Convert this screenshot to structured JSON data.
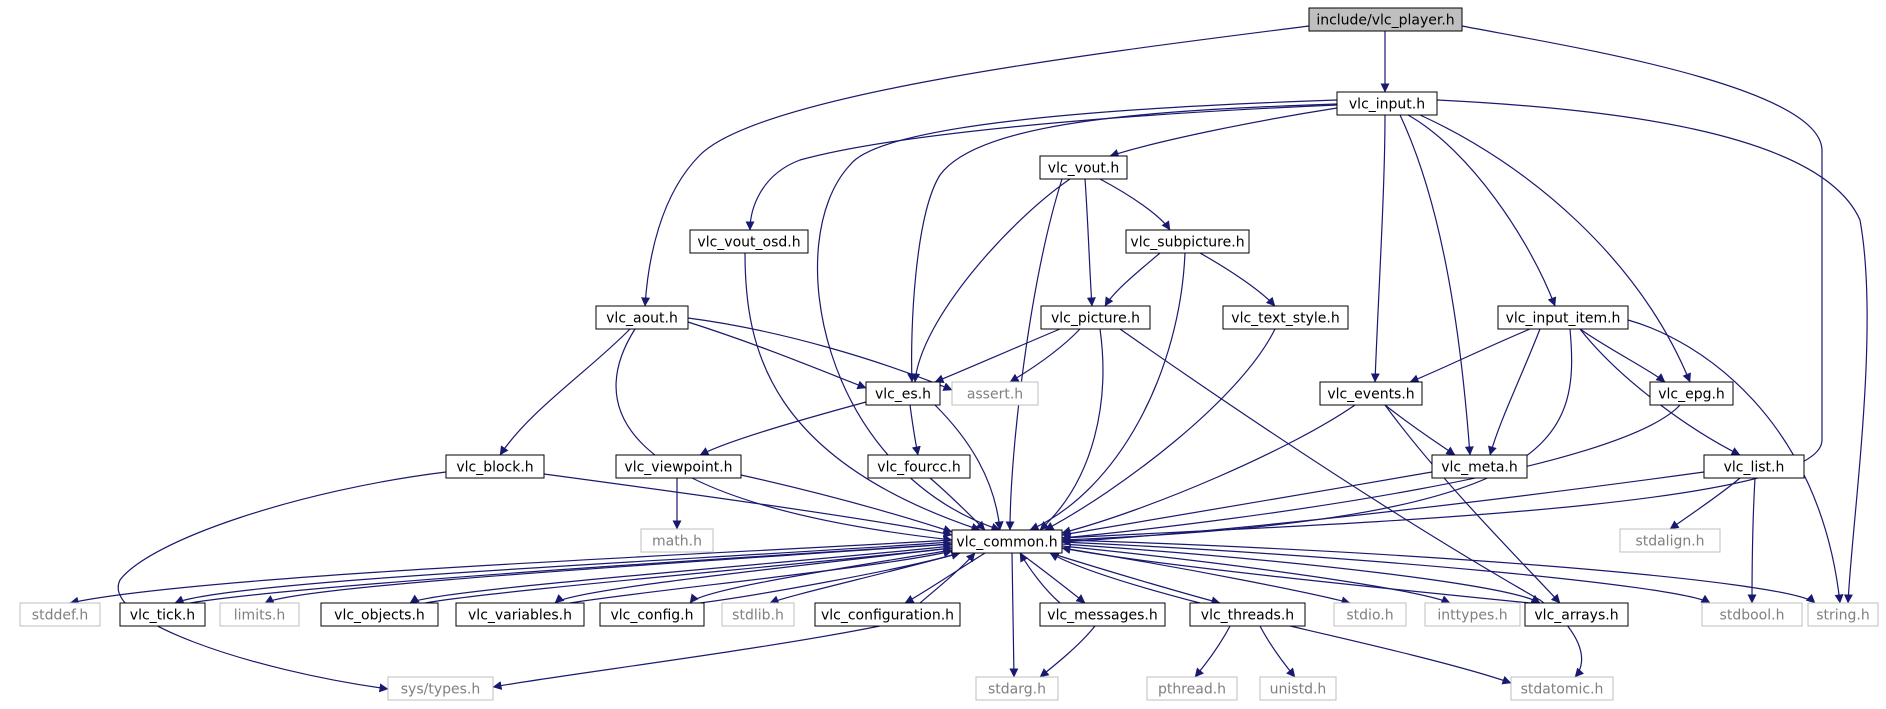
{
  "graph": {
    "colors": {
      "edge": "#191970",
      "box_border": "#000000",
      "box_fill": "#ffffff",
      "root_fill": "#bfbfbf",
      "external_border": "#bfbfbf",
      "external_text": "#808080",
      "text": "#000000"
    },
    "nodes": [
      {
        "id": "player",
        "label": "include/vlc_player.h",
        "kind": "root"
      },
      {
        "id": "input",
        "label": "vlc_input.h",
        "kind": "header"
      },
      {
        "id": "vout",
        "label": "vlc_vout.h",
        "kind": "header"
      },
      {
        "id": "vout_osd",
        "label": "vlc_vout_osd.h",
        "kind": "header"
      },
      {
        "id": "subpicture",
        "label": "vlc_subpicture.h",
        "kind": "header"
      },
      {
        "id": "aout",
        "label": "vlc_aout.h",
        "kind": "header"
      },
      {
        "id": "picture",
        "label": "vlc_picture.h",
        "kind": "header"
      },
      {
        "id": "text_style",
        "label": "vlc_text_style.h",
        "kind": "header"
      },
      {
        "id": "input_item",
        "label": "vlc_input_item.h",
        "kind": "header"
      },
      {
        "id": "es",
        "label": "vlc_es.h",
        "kind": "header"
      },
      {
        "id": "assert",
        "label": "assert.h",
        "kind": "external"
      },
      {
        "id": "events",
        "label": "vlc_events.h",
        "kind": "header"
      },
      {
        "id": "epg",
        "label": "vlc_epg.h",
        "kind": "header"
      },
      {
        "id": "block",
        "label": "vlc_block.h",
        "kind": "header"
      },
      {
        "id": "viewpoint",
        "label": "vlc_viewpoint.h",
        "kind": "header"
      },
      {
        "id": "fourcc",
        "label": "vlc_fourcc.h",
        "kind": "header"
      },
      {
        "id": "meta",
        "label": "vlc_meta.h",
        "kind": "header"
      },
      {
        "id": "list",
        "label": "vlc_list.h",
        "kind": "header"
      },
      {
        "id": "math",
        "label": "math.h",
        "kind": "external"
      },
      {
        "id": "common",
        "label": "vlc_common.h",
        "kind": "header"
      },
      {
        "id": "stdalign",
        "label": "stdalign.h",
        "kind": "external"
      },
      {
        "id": "stddef",
        "label": "stddef.h",
        "kind": "external"
      },
      {
        "id": "tick",
        "label": "vlc_tick.h",
        "kind": "header"
      },
      {
        "id": "limits",
        "label": "limits.h",
        "kind": "external"
      },
      {
        "id": "objects",
        "label": "vlc_objects.h",
        "kind": "header"
      },
      {
        "id": "variables",
        "label": "vlc_variables.h",
        "kind": "header"
      },
      {
        "id": "config",
        "label": "vlc_config.h",
        "kind": "header"
      },
      {
        "id": "stdlib",
        "label": "stdlib.h",
        "kind": "external"
      },
      {
        "id": "configuration",
        "label": "vlc_configuration.h",
        "kind": "header"
      },
      {
        "id": "messages",
        "label": "vlc_messages.h",
        "kind": "header"
      },
      {
        "id": "threads",
        "label": "vlc_threads.h",
        "kind": "header"
      },
      {
        "id": "stdio",
        "label": "stdio.h",
        "kind": "external"
      },
      {
        "id": "inttypes",
        "label": "inttypes.h",
        "kind": "external"
      },
      {
        "id": "arrays",
        "label": "vlc_arrays.h",
        "kind": "header"
      },
      {
        "id": "stdbool",
        "label": "stdbool.h",
        "kind": "external"
      },
      {
        "id": "string",
        "label": "string.h",
        "kind": "external"
      },
      {
        "id": "systypes",
        "label": "sys/types.h",
        "kind": "external"
      },
      {
        "id": "stdarg",
        "label": "stdarg.h",
        "kind": "external"
      },
      {
        "id": "pthread",
        "label": "pthread.h",
        "kind": "external"
      },
      {
        "id": "unistd",
        "label": "unistd.h",
        "kind": "external"
      },
      {
        "id": "stdatomic",
        "label": "stdatomic.h",
        "kind": "external"
      }
    ],
    "edges": [
      {
        "from": "player",
        "to": "input"
      },
      {
        "from": "player",
        "to": "aout"
      },
      {
        "from": "player",
        "to": "common"
      },
      {
        "from": "input",
        "to": "vout"
      },
      {
        "from": "input",
        "to": "vout_osd"
      },
      {
        "from": "input",
        "to": "es"
      },
      {
        "from": "input",
        "to": "common"
      },
      {
        "from": "input",
        "to": "events"
      },
      {
        "from": "input",
        "to": "meta"
      },
      {
        "from": "input",
        "to": "input_item"
      },
      {
        "from": "input",
        "to": "epg"
      },
      {
        "from": "input",
        "to": "string"
      },
      {
        "from": "vout",
        "to": "subpicture"
      },
      {
        "from": "vout",
        "to": "picture"
      },
      {
        "from": "vout",
        "to": "es"
      },
      {
        "from": "vout",
        "to": "common"
      },
      {
        "from": "vout_osd",
        "to": "common"
      },
      {
        "from": "subpicture",
        "to": "picture"
      },
      {
        "from": "subpicture",
        "to": "text_style"
      },
      {
        "from": "subpicture",
        "to": "common"
      },
      {
        "from": "aout",
        "to": "es"
      },
      {
        "from": "aout",
        "to": "assert"
      },
      {
        "from": "aout",
        "to": "block"
      },
      {
        "from": "aout",
        "to": "common"
      },
      {
        "from": "picture",
        "to": "es"
      },
      {
        "from": "picture",
        "to": "assert"
      },
      {
        "from": "picture",
        "to": "common"
      },
      {
        "from": "picture",
        "to": "stdatomic"
      },
      {
        "from": "text_style",
        "to": "common"
      },
      {
        "from": "input_item",
        "to": "events"
      },
      {
        "from": "input_item",
        "to": "epg"
      },
      {
        "from": "input_item",
        "to": "meta"
      },
      {
        "from": "input_item",
        "to": "list"
      },
      {
        "from": "input_item",
        "to": "common"
      },
      {
        "from": "input_item",
        "to": "string"
      },
      {
        "from": "es",
        "to": "viewpoint"
      },
      {
        "from": "es",
        "to": "fourcc"
      },
      {
        "from": "es",
        "to": "common"
      },
      {
        "from": "events",
        "to": "meta"
      },
      {
        "from": "events",
        "to": "common"
      },
      {
        "from": "events",
        "to": "arrays"
      },
      {
        "from": "epg",
        "to": "common"
      },
      {
        "from": "block",
        "to": "common"
      },
      {
        "from": "block",
        "to": "systypes"
      },
      {
        "from": "viewpoint",
        "to": "math"
      },
      {
        "from": "viewpoint",
        "to": "common"
      },
      {
        "from": "fourcc",
        "to": "common"
      },
      {
        "from": "meta",
        "to": "common"
      },
      {
        "from": "list",
        "to": "common"
      },
      {
        "from": "list",
        "to": "stdalign"
      },
      {
        "from": "list",
        "to": "stdbool"
      },
      {
        "from": "common",
        "to": "stddef"
      },
      {
        "from": "common",
        "to": "tick"
      },
      {
        "from": "common",
        "to": "limits"
      },
      {
        "from": "common",
        "to": "objects"
      },
      {
        "from": "common",
        "to": "variables"
      },
      {
        "from": "common",
        "to": "config"
      },
      {
        "from": "common",
        "to": "stdlib"
      },
      {
        "from": "common",
        "to": "configuration"
      },
      {
        "from": "common",
        "to": "messages"
      },
      {
        "from": "common",
        "to": "threads"
      },
      {
        "from": "common",
        "to": "stdio"
      },
      {
        "from": "common",
        "to": "inttypes"
      },
      {
        "from": "common",
        "to": "arrays"
      },
      {
        "from": "common",
        "to": "stdbool"
      },
      {
        "from": "common",
        "to": "string"
      },
      {
        "from": "common",
        "to": "stdarg"
      },
      {
        "from": "tick",
        "to": "common"
      },
      {
        "from": "objects",
        "to": "common"
      },
      {
        "from": "variables",
        "to": "common"
      },
      {
        "from": "config",
        "to": "common"
      },
      {
        "from": "configuration",
        "to": "common"
      },
      {
        "from": "configuration",
        "to": "systypes"
      },
      {
        "from": "messages",
        "to": "common"
      },
      {
        "from": "messages",
        "to": "stdarg"
      },
      {
        "from": "threads",
        "to": "common"
      },
      {
        "from": "threads",
        "to": "pthread"
      },
      {
        "from": "threads",
        "to": "unistd"
      },
      {
        "from": "threads",
        "to": "stdatomic"
      },
      {
        "from": "arrays",
        "to": "common"
      }
    ]
  }
}
